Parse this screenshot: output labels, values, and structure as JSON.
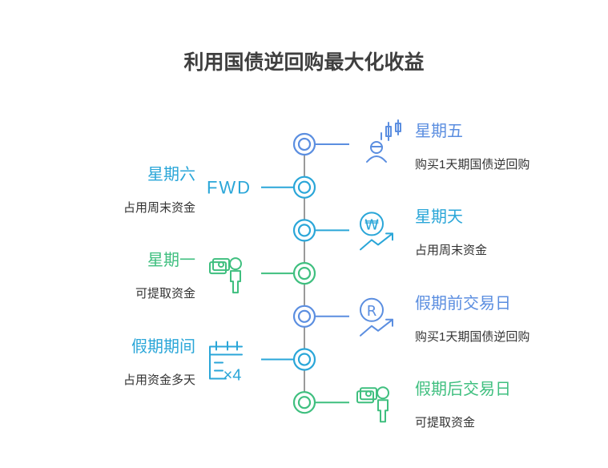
{
  "title": "利用国债逆回购最大化收益",
  "colors": {
    "blue": "#5b8ee0",
    "cyan": "#2aa6d8",
    "green": "#3fbf7f",
    "spine": "#9a9a9a",
    "text": "#333333"
  },
  "nodes": [
    {
      "side": "right",
      "label": "星期五",
      "desc": "购买1天期国债逆回购",
      "color": "blue",
      "icon": "investor-candlestick-icon"
    },
    {
      "side": "left",
      "label": "星期六",
      "desc": "占用周末资金",
      "color": "cyan",
      "icon": "fwd-icon",
      "icon_text": "FWD"
    },
    {
      "side": "right",
      "label": "星期天",
      "desc": "占用周末资金",
      "color": "cyan",
      "icon": "won-growth-icon",
      "icon_text": "₩"
    },
    {
      "side": "left",
      "label": "星期一",
      "desc": "可提取资金",
      "color": "green",
      "icon": "person-cash-icon"
    },
    {
      "side": "right",
      "label": "假期前交易日",
      "desc": "购买1天期国债逆回购",
      "color": "blue",
      "icon": "r-growth-icon",
      "icon_text": "R"
    },
    {
      "side": "left",
      "label": "假期期间",
      "desc": "占用资金多天",
      "color": "cyan",
      "icon": "calendar-x4-icon",
      "icon_text": "×4"
    },
    {
      "side": "right",
      "label": "假期后交易日",
      "desc": "可提取资金",
      "color": "green",
      "icon": "person-cash-icon"
    }
  ]
}
